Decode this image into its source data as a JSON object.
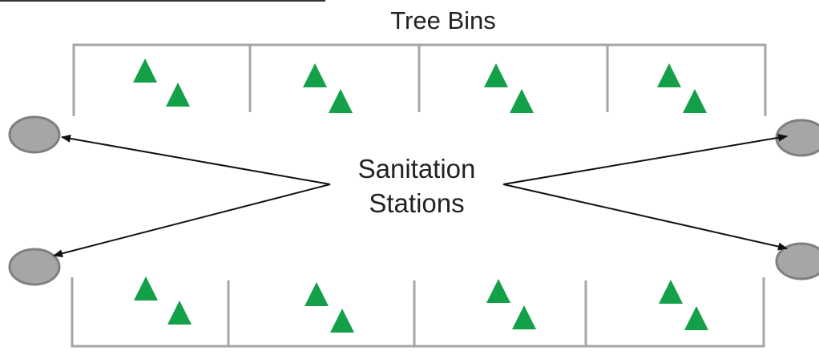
{
  "title": "Tree Bins",
  "callout": {
    "line1": "Sanitation",
    "line2": "Stations"
  },
  "colors": {
    "bin_outline": "#a6a6a6",
    "tree": "#13a049",
    "station_fill": "#a6a6a6",
    "station_stroke": "#7f7f7f",
    "arrow": "#111111",
    "text": "#222222"
  },
  "tree_icon": "triangle-tree-icon",
  "station_icon": "oval-station-icon",
  "bin_rows": [
    {
      "name": "top",
      "bins": 4,
      "trees_per_bin": 2
    },
    {
      "name": "bottom",
      "bins": 4,
      "trees_per_bin": 2
    }
  ],
  "stations": 4
}
